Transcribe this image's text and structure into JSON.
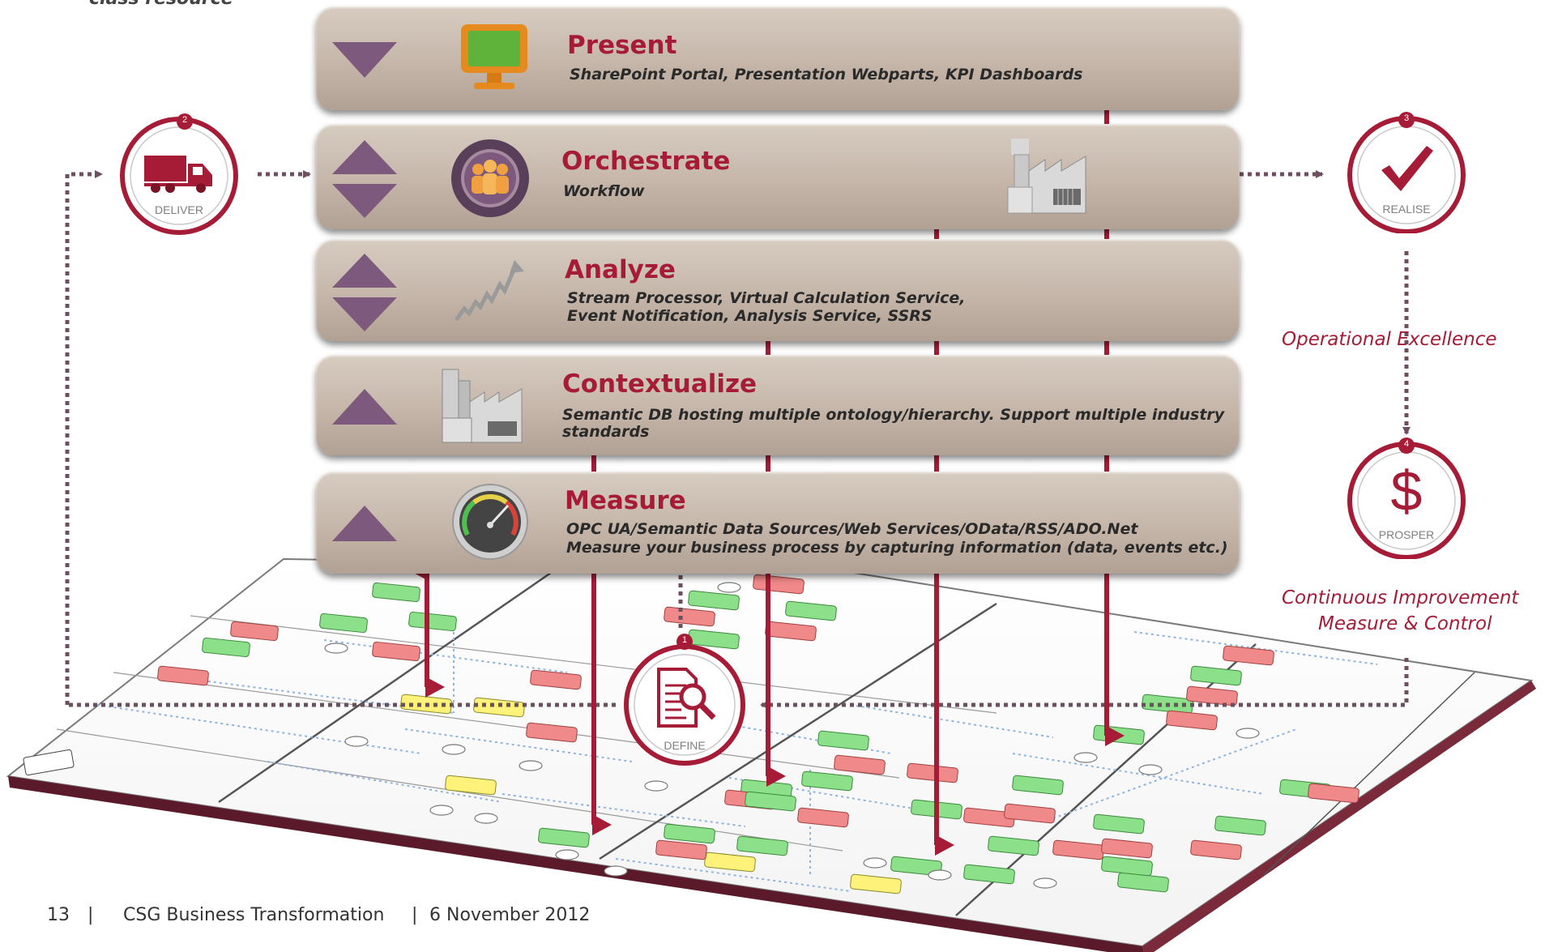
{
  "header_fragment": "class resource",
  "layers": [
    {
      "title": "Present",
      "description_lines": [
        "SharePoint Portal, Presentation Webparts, KPI Dashboards"
      ],
      "icon": "monitor-icon",
      "arrows": "down"
    },
    {
      "title": "Orchestrate",
      "description_lines": [
        "Workflow"
      ],
      "icon": "people-cycle-icon",
      "arrows": "up-down"
    },
    {
      "title": "Analyze",
      "description_lines": [
        "Stream Processor, Virtual Calculation Service,",
        "Event Notification, Analysis Service, SSRS"
      ],
      "icon": "trend-chart-icon",
      "arrows": "up-down"
    },
    {
      "title": "Contextualize",
      "description_lines": [
        "Semantic DB hosting multiple ontology/hierarchy. Support multiple industry",
        "standards"
      ],
      "icon": "factory-icon",
      "arrows": "up"
    },
    {
      "title": "Measure",
      "description_lines": [
        "OPC UA/Semantic Data Sources/Web Services/OData/RSS/ADO.Net",
        "Measure your business process by capturing information (data, events etc.)"
      ],
      "icon": "gauge-icon",
      "arrows": "up"
    }
  ],
  "stages": [
    {
      "number": "1",
      "label": "DEFINE",
      "icon": "document-search-icon"
    },
    {
      "number": "2",
      "label": "DELIVER",
      "icon": "truck-icon"
    },
    {
      "number": "3",
      "label": "REALISE",
      "icon": "checkmark-icon"
    },
    {
      "number": "4",
      "label": "PROSPER",
      "icon": "dollar-icon"
    }
  ],
  "annotations": {
    "operational_excellence": "Operational Excellence",
    "continuous_improvement": "Continuous Improvement",
    "measure_control": "Measure & Control"
  },
  "footer": {
    "page_number": "13",
    "separator": "|",
    "title": "CSG Business Transformation",
    "date": "6 November 2012"
  },
  "colors": {
    "accent": "#a61c36",
    "layer_bg": "#c8b9ac",
    "arrow_purple": "#6b4f73",
    "dotted_path": "#6e4f60"
  }
}
